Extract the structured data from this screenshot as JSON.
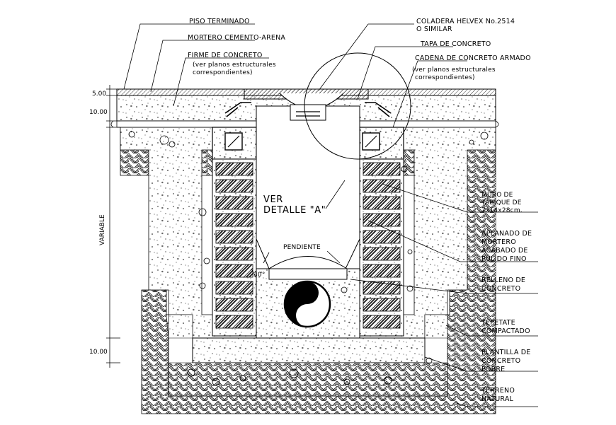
{
  "labels": {
    "piso_terminado": "PISO TERMINADO",
    "mortero": "MORTERO CEMENTO-ARENA",
    "firme": "FIRME DE CONCRETO",
    "firme_note_1": "(ver planos estructurales",
    "firme_note_2": "correspondientes)",
    "coladera_1": "COLADERA HELVEX No.2514",
    "coladera_2": "O SIMILAR",
    "tapa": "TAPA DE CONCRETO",
    "cadena": "CADENA DE CONCRETO ARMADO",
    "cadena_note_1": "(ver planos estructurales",
    "cadena_note_2": "correspondientes)",
    "muro_1": "MURO DE",
    "muro_2": "TABIQUE DE",
    "muro_3": "7x14x28cm.",
    "aplanado_1": "APLANADO DE",
    "aplanado_2": "MORTERO",
    "aplanado_3": "ACABADO DE",
    "aplanado_4": "PULIDO FINO",
    "relleno_1": "RELLENO DE",
    "relleno_2": "CONCRETO",
    "tepetate_1": "TEPETATE",
    "tepetate_2": "COMPACTADO",
    "plantilla_1": "PLANTILLA DE",
    "plantilla_2": "CONCRETO",
    "plantilla_3": "POBRE",
    "terreno_1": "TERRENO",
    "terreno_2": "NATURAL",
    "ver_1": "VER",
    "ver_2": "DETALLE \"A\"",
    "pendiente": "PENDIENTE",
    "angle": "30°"
  },
  "dimensions": {
    "top_5": "5.00",
    "top_10": "10.00",
    "variable": "VARIABLE",
    "bottom_10": "10.00"
  }
}
